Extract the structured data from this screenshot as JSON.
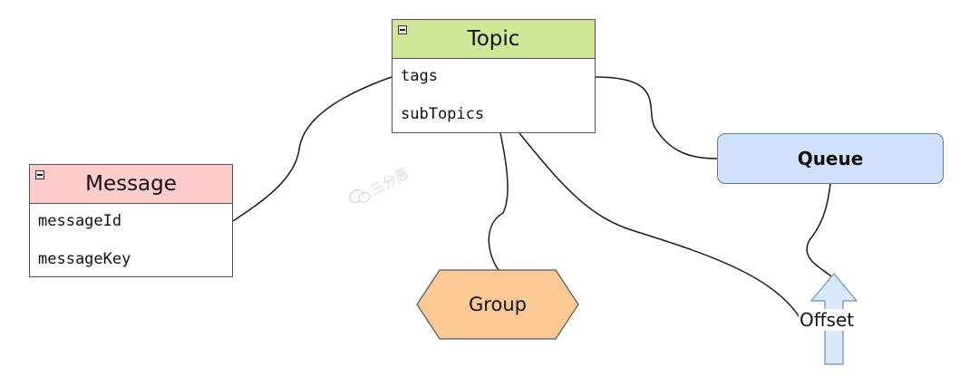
{
  "topic": {
    "title": "Topic",
    "fields": [
      "tags",
      "subTopics"
    ]
  },
  "message": {
    "title": "Message",
    "fields": [
      "messageId",
      "messageKey"
    ]
  },
  "queue": {
    "label": "Queue"
  },
  "group": {
    "label": "Group"
  },
  "offset": {
    "label": "Offset"
  },
  "watermark": {
    "text": "三分恶"
  },
  "colors": {
    "topic_header": "#cde796",
    "message_header": "#ffcccc",
    "queue_fill": "#cfe1fb",
    "group_fill": "#fcc995",
    "offset_arrow_fill": "#dae8fc",
    "connector": "#1a1a1a"
  }
}
